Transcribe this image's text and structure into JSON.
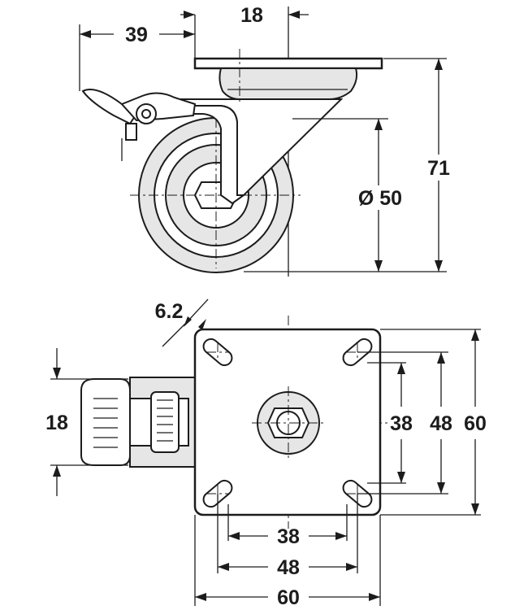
{
  "drawing": {
    "side_view": {
      "dim_brake_offset": "39",
      "dim_plate_offset": "18",
      "dim_wheel_diameter": "Ø 50",
      "dim_total_height": "71"
    },
    "top_view": {
      "dim_slot_width": "6.2",
      "dim_brake_width": "18",
      "dim_inner_hole_spacing_v": "38",
      "dim_outer_hole_spacing_v": "48",
      "dim_plate_height": "60",
      "dim_inner_hole_spacing_h": "38",
      "dim_outer_hole_spacing_h": "48",
      "dim_plate_width": "60"
    }
  }
}
